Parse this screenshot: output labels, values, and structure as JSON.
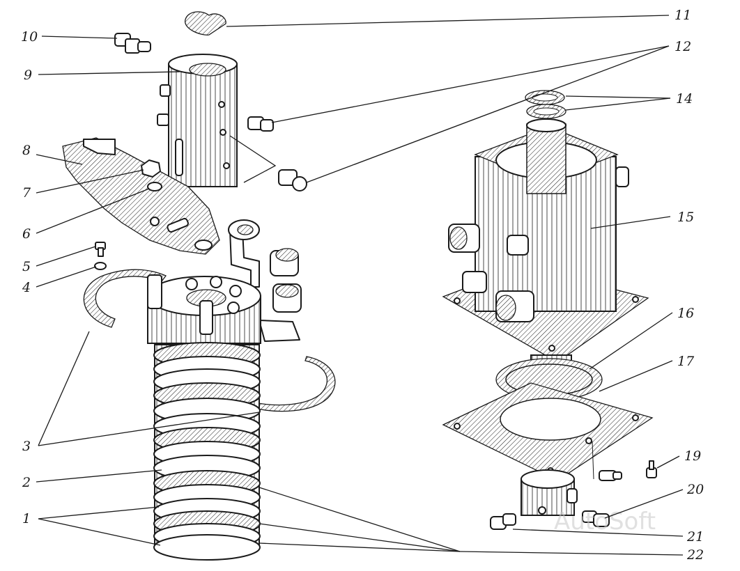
{
  "figure": {
    "watermark": "AutoSoft",
    "callouts": [
      {
        "id": "c10",
        "label": "10"
      },
      {
        "id": "c9",
        "label": "9"
      },
      {
        "id": "c8",
        "label": "8"
      },
      {
        "id": "c7",
        "label": "7"
      },
      {
        "id": "c6",
        "label": "6"
      },
      {
        "id": "c5",
        "label": "5"
      },
      {
        "id": "c4",
        "label": "4"
      },
      {
        "id": "c3",
        "label": "3"
      },
      {
        "id": "c2",
        "label": "2"
      },
      {
        "id": "c1",
        "label": "1"
      },
      {
        "id": "c11",
        "label": "11"
      },
      {
        "id": "c12",
        "label": "12"
      },
      {
        "id": "c14",
        "label": "14"
      },
      {
        "id": "c15",
        "label": "15"
      },
      {
        "id": "c16",
        "label": "16"
      },
      {
        "id": "c17",
        "label": "17"
      },
      {
        "id": "c19",
        "label": "19"
      },
      {
        "id": "c20",
        "label": "20"
      },
      {
        "id": "c21",
        "label": "21"
      },
      {
        "id": "c22",
        "label": "22"
      }
    ]
  }
}
